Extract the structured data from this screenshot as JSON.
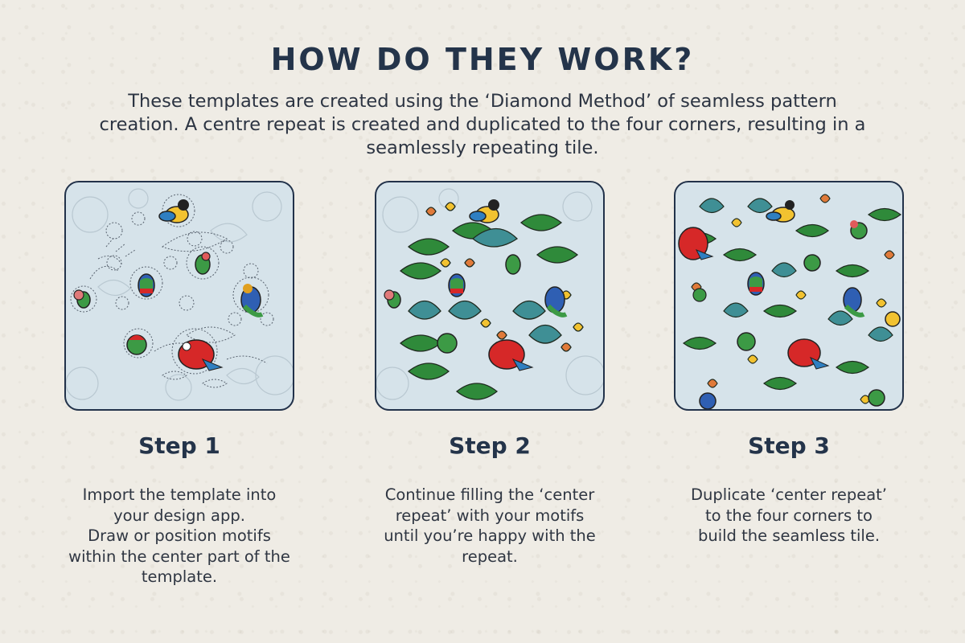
{
  "header": {
    "title": "HOW DO THEY WORK?",
    "intro_lines": [
      "These templates are created using the ‘Diamond Method’ of seamless pattern",
      "creation. A centre repeat is created and duplicated to the four corners, resulting in a",
      "seamlessly repeating tile."
    ]
  },
  "steps": [
    {
      "title": "Step 1",
      "description_lines": [
        "Import the template into",
        "your design app.",
        "Draw or position motifs",
        "within the center part of the",
        "template."
      ]
    },
    {
      "title": "Step 2",
      "description_lines": [
        "Continue filling the ‘center",
        "repeat’ with your motifs",
        "until you’re happy with the",
        "repeat."
      ]
    },
    {
      "title": "Step 3",
      "description_lines": [
        "Duplicate ‘center repeat’",
        "to the four corners to",
        "build the seamless tile."
      ]
    }
  ],
  "colors": {
    "background": "#efece5",
    "title": "#24344a",
    "tile_fill": "#d6e3ea",
    "tile_border": "#22324a",
    "leaf_green": "#2f8a3a",
    "leaf_teal": "#3f8f95",
    "leaf_orange": "#e07a3a",
    "leaf_yellow": "#f2c230",
    "parrot_red": "#d62828",
    "parrot_blue": "#2f5fb3"
  },
  "icons": {
    "tile1": "parrot-template-sketch",
    "tile2": "parrot-center-repeat",
    "tile3": "parrot-seamless-tile"
  }
}
